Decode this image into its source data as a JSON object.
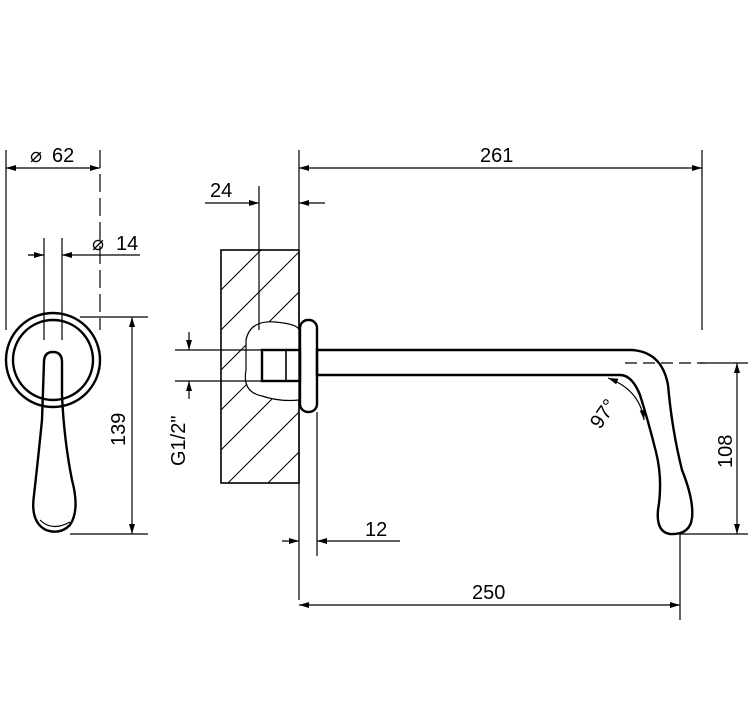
{
  "dimensions": {
    "diameter_outer": "62",
    "diameter_inner": "14",
    "handle_height": "139",
    "wall_thickness": "24",
    "thread": "G1/2\"",
    "overall_length": "261",
    "spout_length": "250",
    "flange": "12",
    "spout_drop": "108",
    "bend_angle": "97°"
  },
  "symbols": {
    "diameter_symbol": "⌀"
  }
}
